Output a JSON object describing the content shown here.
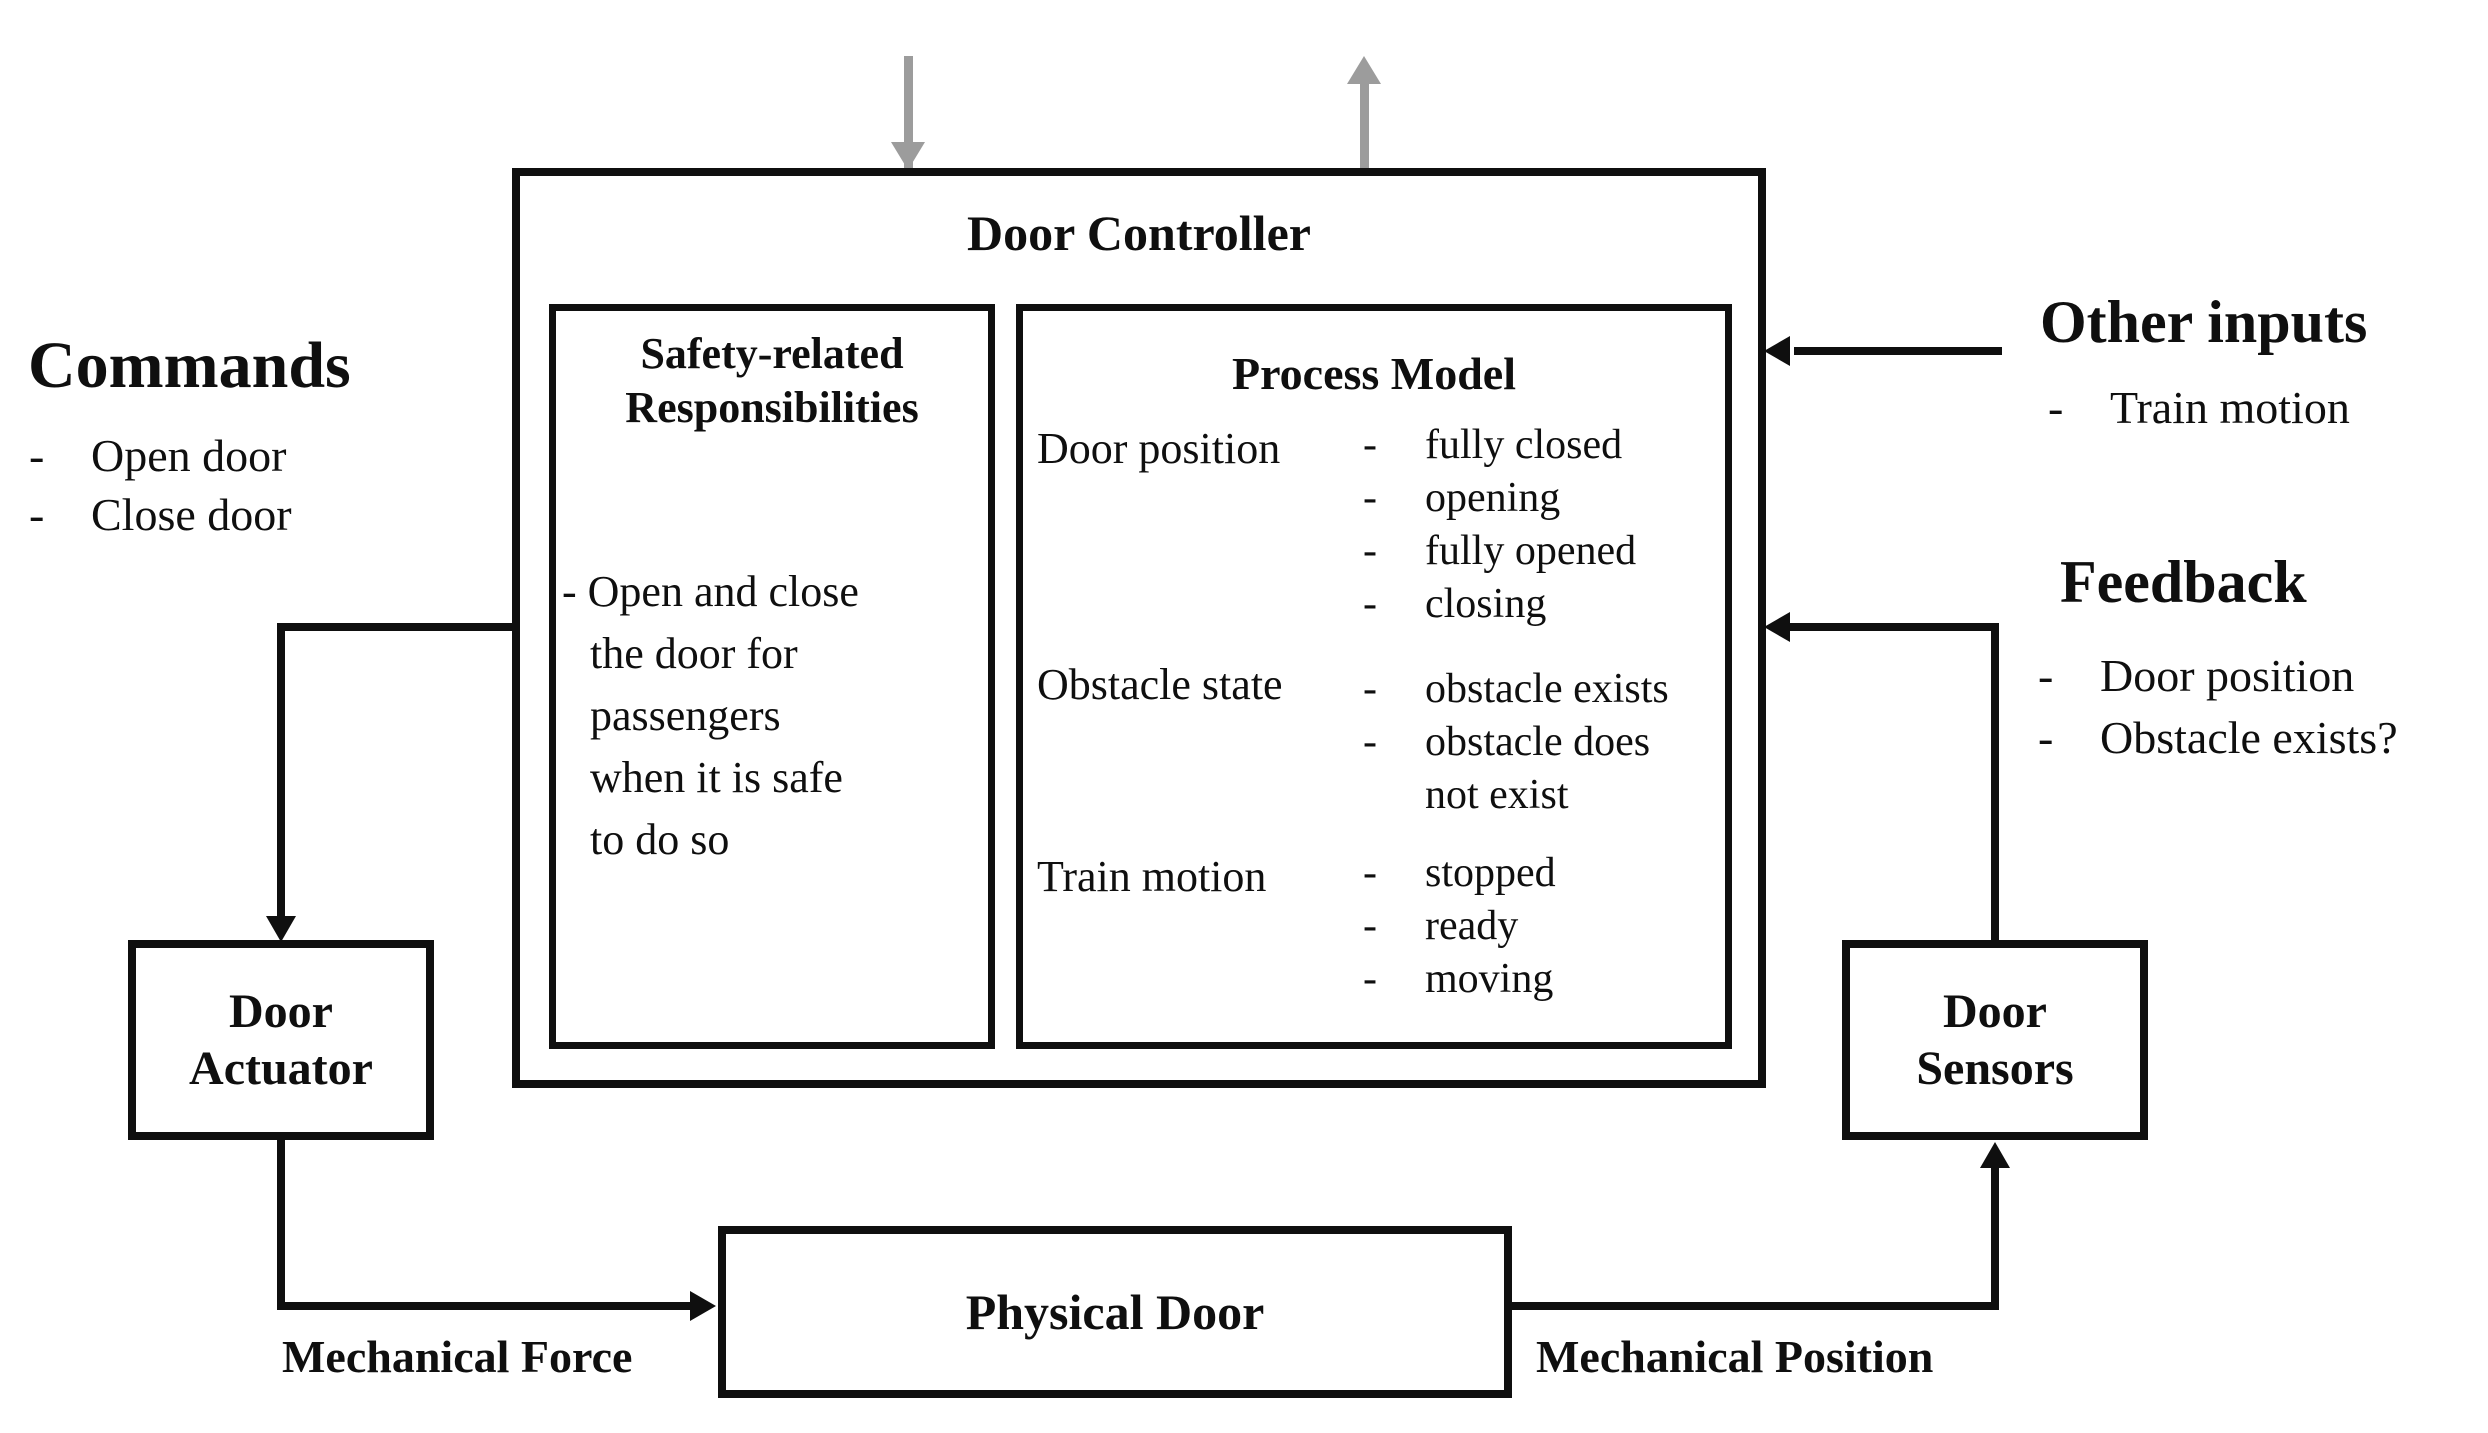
{
  "bullet": "-",
  "colors": {
    "line": "#0f0f0f",
    "gray_arrow": "#9c9c9c",
    "background": "#ffffff"
  },
  "controller": {
    "title": "Door Controller"
  },
  "safety": {
    "title": [
      "Safety-related",
      "Responsibilities"
    ],
    "body": [
      "- Open and close",
      "the door for",
      "passengers",
      "when it is safe",
      "to do so"
    ]
  },
  "process_model": {
    "title": "Process Model",
    "rows": [
      {
        "label": "Door position",
        "values": [
          "fully closed",
          "opening",
          "fully opened",
          "closing"
        ]
      },
      {
        "label": "Obstacle state",
        "values": [
          "obstacle exists",
          "obstacle does not exist"
        ]
      },
      {
        "label": "Train motion",
        "values": [
          "stopped",
          "ready",
          "moving"
        ]
      }
    ]
  },
  "commands": {
    "title": "Commands",
    "items": [
      "Open door",
      "Close door"
    ]
  },
  "other_inputs": {
    "title": "Other inputs",
    "items": [
      "Train motion"
    ]
  },
  "feedback": {
    "title": "Feedback",
    "items": [
      "Door position",
      "Obstacle exists?"
    ]
  },
  "door_actuator": {
    "title": [
      "Door",
      "Actuator"
    ]
  },
  "door_sensors": {
    "title": [
      "Door",
      "Sensors"
    ]
  },
  "physical_door": {
    "title": "Physical Door"
  },
  "flow_labels": {
    "mechanical_force": "Mechanical Force",
    "mechanical_position": "Mechanical Position"
  }
}
